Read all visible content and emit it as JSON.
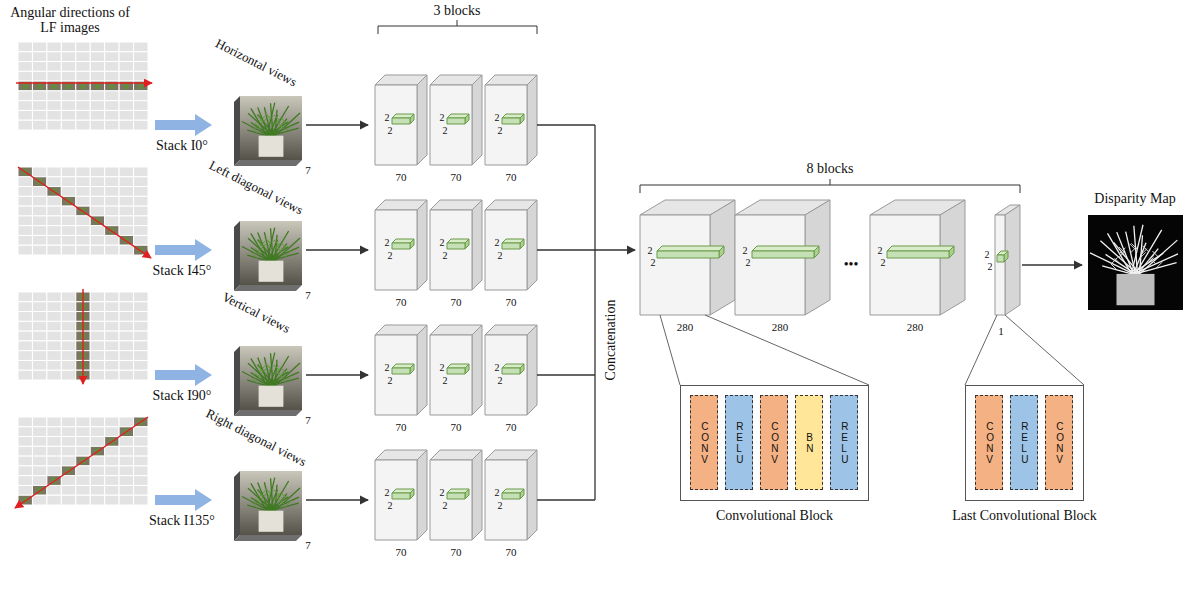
{
  "diagram": {
    "nodes": [
      {
        "text": [
          "Convolutional Block"
        ]
      },
      {
        "text": [
          "CONV"
        ],
        "in": 0
      },
      {
        "text": [
          "RELU"
        ],
        "in": 0
      },
      {
        "text": [
          "CONV"
        ],
        "in": 0
      },
      {
        "text": [
          "BN"
        ],
        "in": 0
      },
      {
        "text": [
          "RELU"
        ],
        "in": 0
      },
      {
        "text": [
          "Last Convolutional Block"
        ]
      },
      {
        "text": [
          "CONV"
        ],
        "in": 6
      },
      {
        "text": [
          "RELU"
        ],
        "in": 6
      },
      {
        "text": [
          "CONV"
        ],
        "in": 6
      }
    ],
    "labels": [
      "Angular directions of LF images",
      "Horizontal views",
      "Stack I0°",
      "7",
      "2",
      "2",
      "70",
      "2",
      "2",
      "70",
      "2",
      "2",
      "70",
      "Left diagonal views",
      "Stack I45°",
      "7",
      "2",
      "2",
      "70",
      "2",
      "2",
      "70",
      "2",
      "2",
      "70",
      "Vertical views",
      "Stack I90°",
      "7",
      "2",
      "2",
      "70",
      "2",
      "2",
      "70",
      "2",
      "2",
      "70",
      "Right diagonal views",
      "Stack I135°",
      "7",
      "2",
      "2",
      "70",
      "2",
      "2",
      "70",
      "2",
      "2",
      "70",
      "3 blocks",
      "Concatenation",
      "8 blocks",
      "2",
      "2",
      "280",
      "2",
      "2",
      "280",
      "•••",
      "2",
      "2",
      "280",
      "2",
      "2",
      "1",
      "Disparity Map"
    ]
  }
}
